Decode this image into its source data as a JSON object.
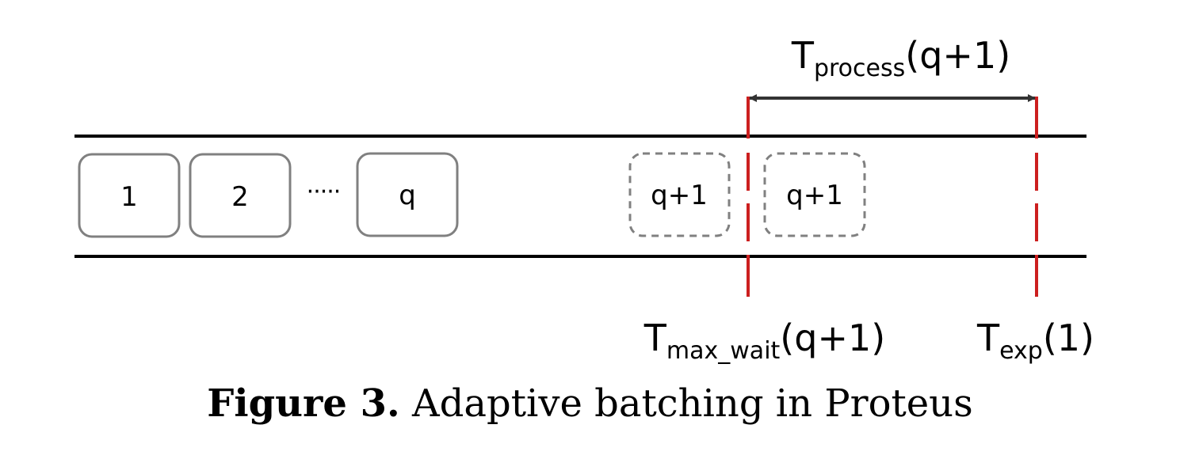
{
  "colors": {
    "boundary_line": "#cc1f1f",
    "pipeline_line": "#000000",
    "arrow": "#333333",
    "box_border": "#808080"
  },
  "requests": {
    "box1": "1",
    "box2": "2",
    "ellipsis": "·····",
    "boxq": "q",
    "pending_before": "q+1",
    "pending_after": "q+1"
  },
  "labels": {
    "process": {
      "base": "T",
      "sub": "process",
      "arg": "(q+1)"
    },
    "max_wait": {
      "base": "T",
      "sub": "max_wait",
      "arg": "(q+1)"
    },
    "exp": {
      "base": "T",
      "sub": "exp",
      "arg": "(1)"
    }
  },
  "caption": {
    "label": "Figure 3.",
    "text": "Adaptive batching in Proteus"
  }
}
